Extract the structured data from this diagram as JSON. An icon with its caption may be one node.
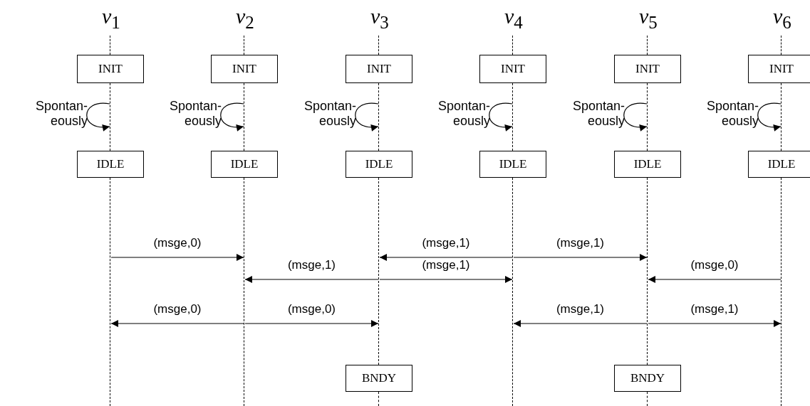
{
  "diagram": {
    "nodes": [
      {
        "text": [
          "*v*$_{1}$"
        ]
      },
      {
        "text": [
          "*v*$_{2}$"
        ]
      },
      {
        "text": [
          "*v*$_{3}$"
        ]
      },
      {
        "text": [
          "*v*$_{4}$"
        ]
      },
      {
        "text": [
          "*v*$_{5}$"
        ]
      },
      {
        "text": [
          "*v*$_{6}$"
        ]
      },
      {
        "text": [
          "INIT"
        ]
      },
      {
        "text": [
          "INIT"
        ]
      },
      {
        "text": [
          "INIT"
        ]
      },
      {
        "text": [
          "INIT"
        ]
      },
      {
        "text": [
          "INIT"
        ]
      },
      {
        "text": [
          "INIT"
        ]
      },
      {
        "text": [
          "IDLE"
        ]
      },
      {
        "text": [
          "IDLE"
        ]
      },
      {
        "text": [
          "IDLE"
        ]
      },
      {
        "text": [
          "IDLE"
        ]
      },
      {
        "text": [
          "IDLE"
        ]
      },
      {
        "text": [
          "IDLE"
        ]
      },
      {
        "text": [
          "BNDY"
        ]
      },
      {
        "text": [
          "BNDY"
        ]
      },
      {
        "text": [],
        "shape": "line"
      },
      {
        "text": [],
        "shape": "line"
      },
      {
        "text": [],
        "shape": "line"
      },
      {
        "text": [],
        "shape": "line"
      },
      {
        "text": [],
        "shape": "line"
      },
      {
        "text": [],
        "shape": "line"
      },
      {
        "text": [],
        "shape": "line"
      },
      {
        "text": [],
        "shape": "line"
      },
      {
        "text": [],
        "shape": "line"
      },
      {
        "text": [],
        "shape": "line"
      },
      {
        "text": [],
        "shape": "line"
      },
      {
        "text": [],
        "shape": "line"
      },
      {
        "text": [],
        "shape": "line"
      },
      {
        "text": [],
        "shape": "line"
      },
      {
        "text": [],
        "shape": "line"
      },
      {
        "text": [],
        "shape": "line"
      },
      {
        "text": [],
        "shape": "line"
      },
      {
        "text": [],
        "shape": "line"
      },
      {
        "text": [],
        "shape": "line"
      },
      {
        "text": [],
        "shape": "line"
      }
    ],
    "edges": [
      {
        "from": 26,
        "to": 26,
        "arrow": "to",
        "label": "Spontan- eously"
      },
      {
        "from": 27,
        "to": 27,
        "arrow": "to",
        "label": "Spontan- eously"
      },
      {
        "from": 28,
        "to": 28,
        "arrow": "to",
        "label": "Spontan- eously"
      },
      {
        "from": 29,
        "to": 29,
        "arrow": "to",
        "label": "Spontan- eously"
      },
      {
        "from": 30,
        "to": 30,
        "arrow": "to",
        "label": "Spontan- eously"
      },
      {
        "from": 31,
        "to": 31,
        "arrow": "to",
        "label": "Spontan- eously"
      },
      {
        "from": 20,
        "to": 21,
        "arrow": "to",
        "label": "(msge,0)"
      },
      {
        "from": 23,
        "to": 22,
        "arrow": "to",
        "label": "(msge,1)"
      },
      {
        "from": 23,
        "to": 24,
        "arrow": "to",
        "label": "(msge,1)"
      },
      {
        "from": 22,
        "to": 21,
        "arrow": "to",
        "label": "(msge,1)"
      },
      {
        "from": 22,
        "to": 23,
        "arrow": "to",
        "label": "(msge,1)"
      },
      {
        "from": 25,
        "to": 24,
        "arrow": "to",
        "label": "(msge,0)"
      },
      {
        "from": 21,
        "to": 20,
        "arrow": "to",
        "label": "(msge,0)"
      },
      {
        "from": 21,
        "to": 22,
        "arrow": "to",
        "label": "(msge,0)"
      },
      {
        "from": 24,
        "to": 23,
        "arrow": "to",
        "label": "(msge,1)"
      },
      {
        "from": 24,
        "to": 25,
        "arrow": "to",
        "label": "(msge,1)"
      }
    ]
  }
}
